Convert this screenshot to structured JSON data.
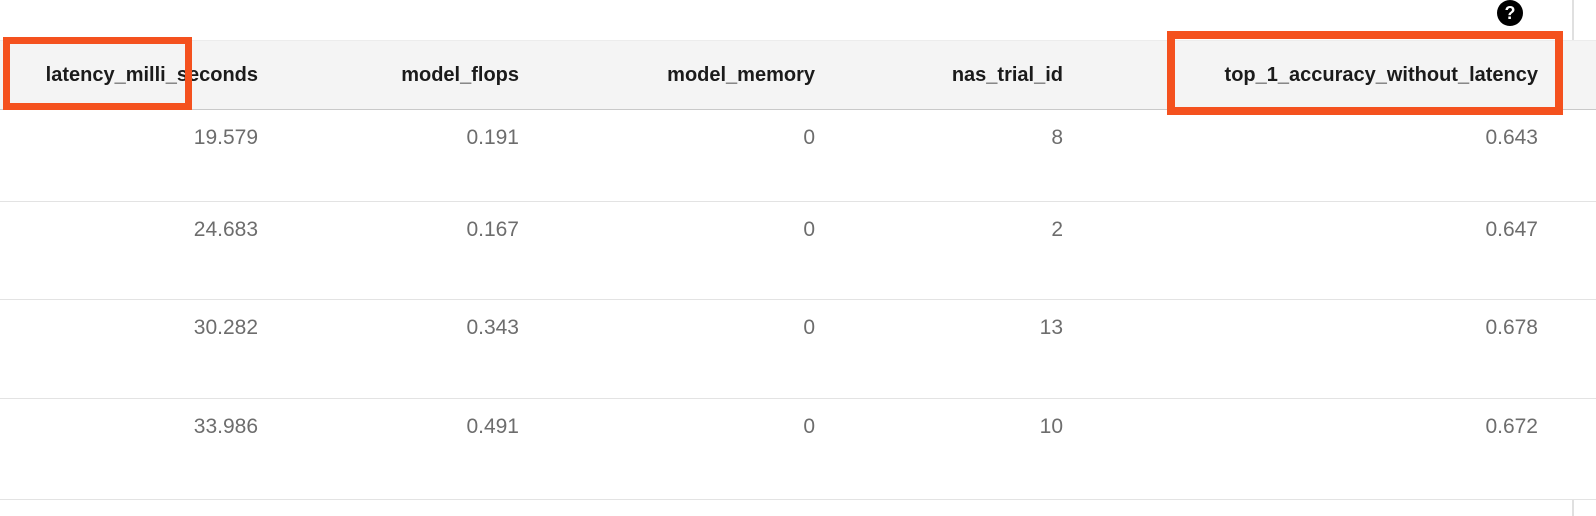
{
  "help_icon": {
    "glyph": "?"
  },
  "table": {
    "columns": [
      {
        "label": "latency_milli_seconds",
        "highlighted": true
      },
      {
        "label": "model_flops",
        "highlighted": false
      },
      {
        "label": "model_memory",
        "highlighted": false
      },
      {
        "label": "nas_trial_id",
        "highlighted": false
      },
      {
        "label": "top_1_accuracy_without_latency",
        "highlighted": true
      }
    ],
    "rows": [
      [
        "19.579",
        "0.191",
        "0",
        "8",
        "0.643"
      ],
      [
        "24.683",
        "0.167",
        "0",
        "2",
        "0.647"
      ],
      [
        "30.282",
        "0.343",
        "0",
        "13",
        "0.678"
      ],
      [
        "33.986",
        "0.491",
        "0",
        "10",
        "0.672"
      ]
    ]
  },
  "colors": {
    "highlight_box": "#f4511e",
    "header_background": "#f4f4f4",
    "header_text": "#1b1b1b",
    "cell_text": "#6d6d6d",
    "row_border": "#e3e3e3",
    "column_divider": "#e0e0e0",
    "help_icon_background": "#000000",
    "help_icon_glyph": "#ffffff"
  }
}
